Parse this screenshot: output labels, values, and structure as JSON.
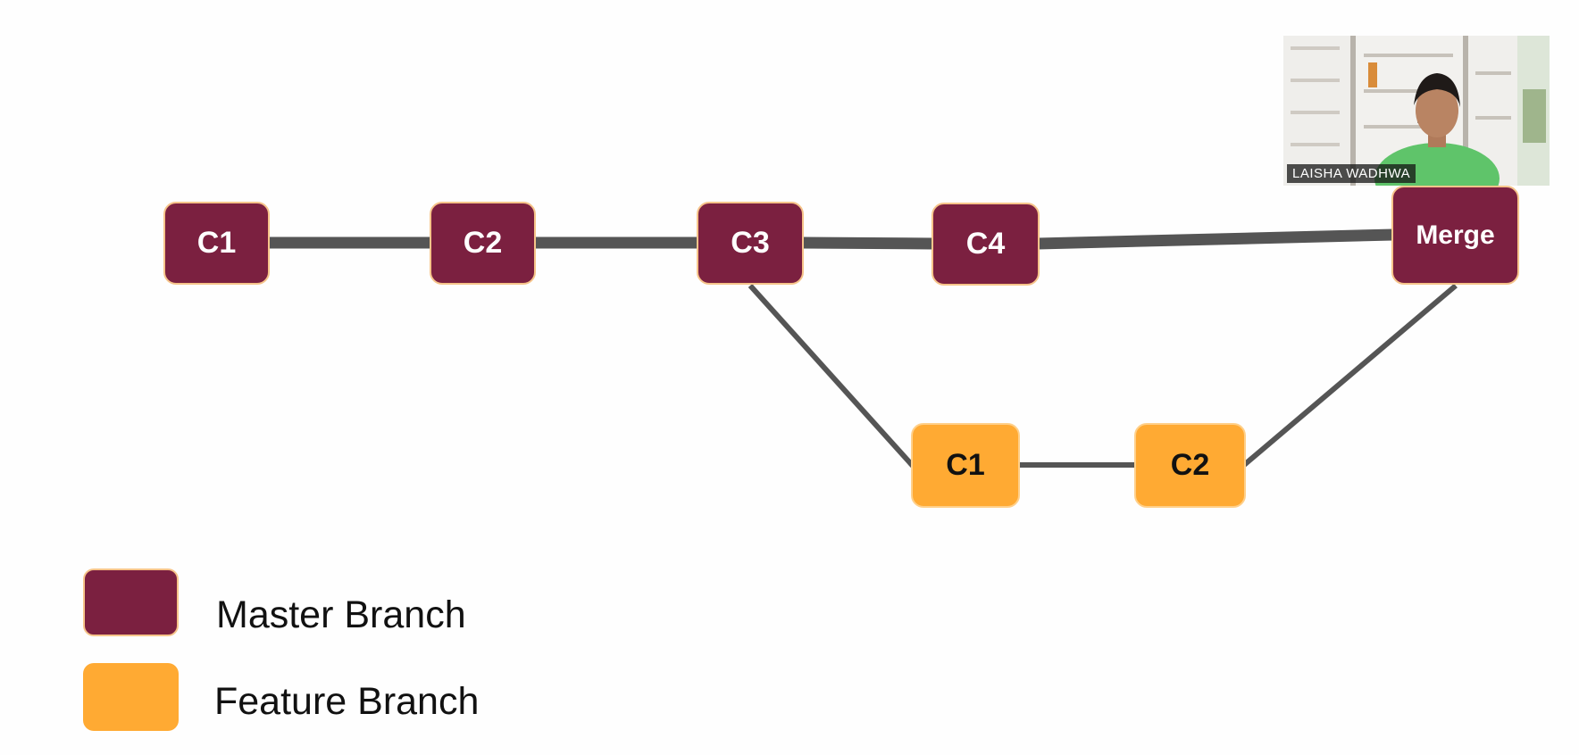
{
  "colors": {
    "master": "#7b2040",
    "feature": "#ffaa33",
    "edge": "#555555"
  },
  "nodes": {
    "m1": {
      "label": "C1"
    },
    "m2": {
      "label": "C2"
    },
    "m3": {
      "label": "C3"
    },
    "m4": {
      "label": "C4"
    },
    "merge": {
      "label": "Merge"
    },
    "f1": {
      "label": "C1"
    },
    "f2": {
      "label": "C2"
    }
  },
  "legend": {
    "master_label": "Master Branch",
    "feature_label": "Feature Branch"
  },
  "webcam": {
    "name": "LAISHA WADHWA"
  }
}
